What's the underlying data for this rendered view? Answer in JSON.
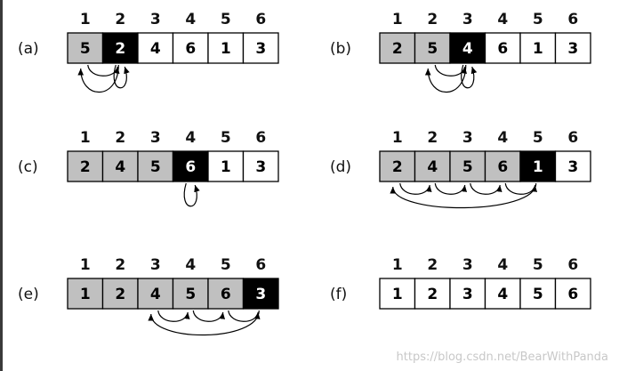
{
  "colors": {
    "sorted": "#c0c0c0",
    "key": "#000000",
    "unsorted": "#ffffff",
    "text_dark": "#000000",
    "text_light": "#ffffff"
  },
  "panels": [
    {
      "label": "(a)",
      "indices": [
        "1",
        "2",
        "3",
        "4",
        "5",
        "6"
      ],
      "cells": [
        {
          "value": "5",
          "state": "sorted"
        },
        {
          "value": "2",
          "state": "key"
        },
        {
          "value": "4",
          "state": "unsorted"
        },
        {
          "value": "6",
          "state": "unsorted"
        },
        {
          "value": "1",
          "state": "unsorted"
        },
        {
          "value": "3",
          "state": "unsorted"
        }
      ],
      "arrows": [
        {
          "from": 2,
          "to": 2,
          "kind": "self"
        },
        {
          "from": 1,
          "to": 2,
          "kind": "shift"
        },
        {
          "from": 2,
          "to": 1,
          "kind": "insert"
        }
      ]
    },
    {
      "label": "(b)",
      "indices": [
        "1",
        "2",
        "3",
        "4",
        "5",
        "6"
      ],
      "cells": [
        {
          "value": "2",
          "state": "sorted"
        },
        {
          "value": "5",
          "state": "sorted"
        },
        {
          "value": "4",
          "state": "key"
        },
        {
          "value": "6",
          "state": "unsorted"
        },
        {
          "value": "1",
          "state": "unsorted"
        },
        {
          "value": "3",
          "state": "unsorted"
        }
      ],
      "arrows": [
        {
          "from": 3,
          "to": 3,
          "kind": "self"
        },
        {
          "from": 2,
          "to": 3,
          "kind": "shift"
        },
        {
          "from": 3,
          "to": 2,
          "kind": "insert"
        }
      ]
    },
    {
      "label": "(c)",
      "indices": [
        "1",
        "2",
        "3",
        "4",
        "5",
        "6"
      ],
      "cells": [
        {
          "value": "2",
          "state": "sorted"
        },
        {
          "value": "4",
          "state": "sorted"
        },
        {
          "value": "5",
          "state": "sorted"
        },
        {
          "value": "6",
          "state": "key"
        },
        {
          "value": "1",
          "state": "unsorted"
        },
        {
          "value": "3",
          "state": "unsorted"
        }
      ],
      "arrows": [
        {
          "from": 4,
          "to": 4,
          "kind": "self"
        }
      ]
    },
    {
      "label": "(d)",
      "indices": [
        "1",
        "2",
        "3",
        "4",
        "5",
        "6"
      ],
      "cells": [
        {
          "value": "2",
          "state": "sorted"
        },
        {
          "value": "4",
          "state": "sorted"
        },
        {
          "value": "5",
          "state": "sorted"
        },
        {
          "value": "6",
          "state": "sorted"
        },
        {
          "value": "1",
          "state": "key"
        },
        {
          "value": "3",
          "state": "unsorted"
        }
      ],
      "arrows": [
        {
          "from": 1,
          "to": 2,
          "kind": "shift"
        },
        {
          "from": 2,
          "to": 3,
          "kind": "shift"
        },
        {
          "from": 3,
          "to": 4,
          "kind": "shift"
        },
        {
          "from": 4,
          "to": 5,
          "kind": "shift"
        },
        {
          "from": 5,
          "to": 1,
          "kind": "insert"
        }
      ]
    },
    {
      "label": "(e)",
      "indices": [
        "1",
        "2",
        "3",
        "4",
        "5",
        "6"
      ],
      "cells": [
        {
          "value": "1",
          "state": "sorted"
        },
        {
          "value": "2",
          "state": "sorted"
        },
        {
          "value": "4",
          "state": "sorted"
        },
        {
          "value": "5",
          "state": "sorted"
        },
        {
          "value": "6",
          "state": "sorted"
        },
        {
          "value": "3",
          "state": "key"
        }
      ],
      "arrows": [
        {
          "from": 3,
          "to": 4,
          "kind": "shift"
        },
        {
          "from": 4,
          "to": 5,
          "kind": "shift"
        },
        {
          "from": 5,
          "to": 6,
          "kind": "shift"
        },
        {
          "from": 6,
          "to": 3,
          "kind": "insert"
        }
      ]
    },
    {
      "label": "(f)",
      "indices": [
        "1",
        "2",
        "3",
        "4",
        "5",
        "6"
      ],
      "cells": [
        {
          "value": "1",
          "state": "unsorted"
        },
        {
          "value": "2",
          "state": "unsorted"
        },
        {
          "value": "3",
          "state": "unsorted"
        },
        {
          "value": "4",
          "state": "unsorted"
        },
        {
          "value": "5",
          "state": "unsorted"
        },
        {
          "value": "6",
          "state": "unsorted"
        }
      ],
      "arrows": []
    }
  ],
  "watermark": "https://blog.csdn.net/BearWithPanda"
}
